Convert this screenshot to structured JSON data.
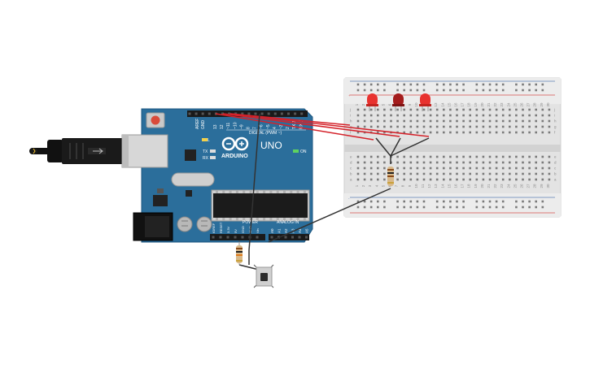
{
  "board": {
    "brand": "ARDUINO",
    "model": "UNO",
    "on_label": "ON",
    "digital_label": "DIGITAL (PWM ~)",
    "power_label": "POWER",
    "analog_label": "ANALOG IN",
    "aref_label": "AREF",
    "gnd_label": "GND",
    "tx_label": "TX",
    "rx_label": "RX",
    "l_label": "L",
    "digital_pins": [
      "13",
      "12",
      "~11",
      "~10",
      "~9",
      "8",
      "7",
      "~6",
      "~5",
      "4",
      "~3",
      "2",
      "TX 1",
      "RX 0"
    ],
    "power_pins": [
      "IOREF",
      "RESET",
      "3.3V",
      "5V",
      "GND",
      "GND",
      "Vin"
    ],
    "analog_pins": [
      "A0",
      "A1",
      "A2",
      "A3",
      "A4",
      "A5"
    ]
  },
  "breadboard": {
    "row_letters_top": [
      "j",
      "i",
      "h",
      "g",
      "f"
    ],
    "row_letters_bottom": [
      "e",
      "d",
      "c",
      "b",
      "a"
    ],
    "column_numbers": [
      "1",
      "2",
      "3",
      "4",
      "5",
      "6",
      "7",
      "8",
      "9",
      "10",
      "11",
      "12",
      "13",
      "14",
      "15",
      "16",
      "17",
      "18",
      "19",
      "20",
      "21",
      "22",
      "23",
      "24",
      "25",
      "26",
      "27",
      "28",
      "29",
      "30"
    ],
    "rail_plus": "+",
    "rail_minus": "-"
  },
  "components": {
    "leds": [
      {
        "name": "led-1",
        "color": "#e8322f"
      },
      {
        "name": "led-2",
        "color": "#a41c1c"
      },
      {
        "name": "led-3",
        "color": "#e8322f"
      }
    ],
    "button": "pushbutton",
    "resistors": [
      "resistor-led",
      "resistor-button"
    ]
  },
  "colors": {
    "board": "#2a6f9c",
    "board_dark": "#1e5a82",
    "wire_red": "#d4222a",
    "wire_black": "#333333",
    "breadboard": "#e6e6e6",
    "rail_red": "#d9534f",
    "rail_blue": "#5b7fb5"
  }
}
